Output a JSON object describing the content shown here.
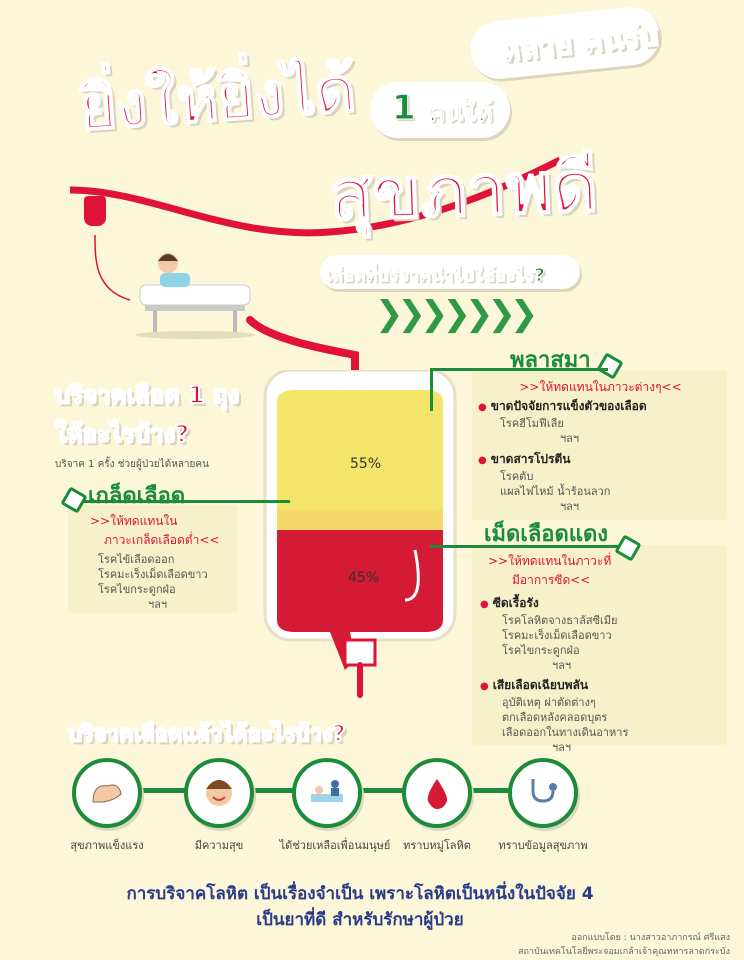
{
  "header": {
    "title_line1": "ยิ่งให้ยิ่งได้",
    "one": "1",
    "person_gives": "คนให้",
    "many_people": "หลาย คนรับ",
    "health": "สุขภาพดี"
  },
  "question_use": "เลือดที่บริจาคนำไปใช้อะไร?",
  "bag": {
    "plasma_percent": "55%",
    "redcell_percent": "45%"
  },
  "donate_one_bag": {
    "title_line1": "บริจาคเลือด 1 ถุง",
    "title_line2": "ให้อะไรบ้าง?",
    "subtitle": "บริจาค 1 ครั้ง ช่วยผู้ป่วยได้หลายคน"
  },
  "plasma": {
    "title": "พลาสมา",
    "heading": ">>ให้ทดแทนในภาวะต่างๆ<<",
    "items": [
      {
        "label": "ขาดปัจจัยการแข็งตัวของเลือด",
        "details": [
          "โรคฮีโมฟีเลีย",
          "ฯลฯ"
        ]
      },
      {
        "label": "ขาดสารโปรตีน",
        "details": [
          "โรคตับ",
          "แผลไฟไหม้ น้ำร้อนลวก",
          "ฯลฯ"
        ]
      }
    ]
  },
  "platelet": {
    "title": "เกล็ดเลือด",
    "heading1": ">>ให้ทดแทนใน",
    "heading2": "ภาวะเกล็ดเลือดต่ำ<<",
    "details": [
      "โรคไข้เลือดออก",
      "โรคมะเร็งเม็ดเลือดขาว",
      "โรคไขกระดูกฝ่อ",
      "ฯลฯ"
    ]
  },
  "redcell": {
    "title": "เม็ดเลือดแดง",
    "heading1": ">>ให้ทดแทนในภาวะที่",
    "heading2": "มีอาการซีด<<",
    "items": [
      {
        "label": "ซีดเรื้อรัง",
        "details": [
          "โรคโลหิตจางธาลัสซีเมีย",
          "โรคมะเร็งเม็ดเลือดขาว",
          "โรคไขกระดูกฝ่อ",
          "ฯลฯ"
        ]
      },
      {
        "label": "เสียเลือดเฉียบพลัน",
        "details": [
          "อุบัติเหตุ ผ่าตัดต่างๆ",
          "ตกเลือดหลังคลอดบุตร",
          "เลือดออกในทางเดินอาหาร",
          "ฯลฯ"
        ]
      }
    ]
  },
  "benefits": {
    "title": "บริจาคเลือดแล้วได้อะไรบ้าง?",
    "items": [
      {
        "label": "สุขภาพแข็งแรง",
        "icon": "muscle-icon"
      },
      {
        "label": "มีความสุข",
        "icon": "happy-face-icon"
      },
      {
        "label": "ได้ช่วยเหลือเพื่อนมนุษย์",
        "icon": "hospital-bed-icon"
      },
      {
        "label": "ทราบหมู่โลหิต",
        "icon": "blood-drop-icon"
      },
      {
        "label": "ทราบข้อมูลสุขภาพ",
        "icon": "stethoscope-icon"
      }
    ]
  },
  "footer": {
    "line1": "การบริจาคโลหิต เป็นเรื่องจำเป็น เพราะโลหิตเป็นหนึ่งในปัจจัย 4",
    "line2": "เป็นยาที่ดี สำหรับรักษาผู้ป่วย",
    "credit1": "ออกแบบโดย : นางสาวอาภากรณ์ ศรีแสง",
    "credit2": "สถาบันเทคโนโลยีพระจอมเกล้าเจ้าคุณทหารลาดกระบัง"
  },
  "colors": {
    "red": "#e0123a",
    "green": "#1a8c3a",
    "yellow": "#f3e56a",
    "background": "#fbf7d8"
  }
}
